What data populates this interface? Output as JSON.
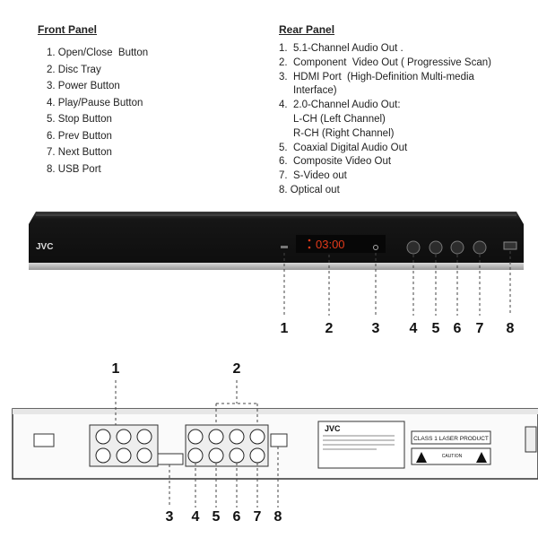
{
  "front_panel": {
    "heading": "Front Panel",
    "items": [
      "1. Open/Close  Button",
      "2. Disc Tray",
      "3. Power Button",
      "4. Play/Pause Button",
      "5. Stop Button",
      "6. Prev Button",
      "7. Next Button",
      "8. USB Port"
    ]
  },
  "rear_panel": {
    "heading": "Rear Panel",
    "items": [
      "1.  5.1-Channel Audio Out .",
      "2.  Component  Video Out ( Progressive Scan)",
      "3.  HDMI Port  (High-Definition Multi-media",
      "     Interface)",
      "4.  2.0-Channel Audio Out:",
      "     L-CH (Left Channel)",
      "     R-CH (Right Channel)",
      "5.  Coaxial Digital Audio Out",
      "6.  Composite Video Out",
      "7.  S-Video out",
      "8. Optical out"
    ]
  },
  "front_device": {
    "brand": "JVC",
    "display": "03:00"
  },
  "front_callouts": [
    "1",
    "2",
    "3",
    "4",
    "5",
    "6",
    "7",
    "8"
  ],
  "rear_device": {
    "brand": "JVC",
    "laser_label": "CLASS 1 LASER PRODUCT",
    "caution_label": "CAUTION"
  },
  "rear_callouts_top": [
    "1",
    "2"
  ],
  "rear_callouts_bottom": [
    "3",
    "4",
    "5",
    "6",
    "7",
    "8"
  ],
  "colors": {
    "device_body": "#1a1a1a",
    "display_digits": "#e23a1a",
    "callout_line": "#444444"
  }
}
